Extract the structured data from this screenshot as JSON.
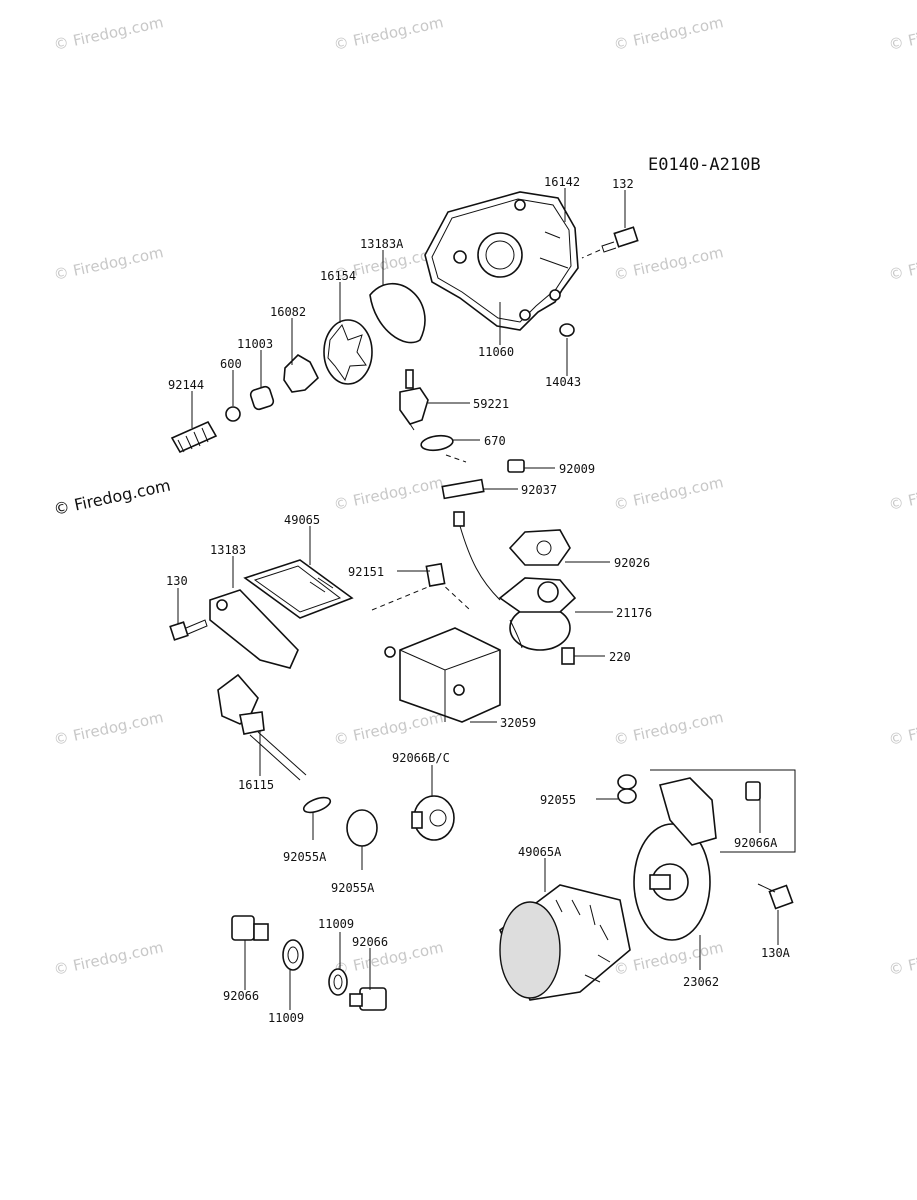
{
  "diagram_code": "E0140-A210B",
  "watermark": "© Firedog.com",
  "watermark_bold": "© Firedog.com",
  "labels": {
    "p16142": "16142",
    "p132": "132",
    "p13183A": "13183A",
    "p16154": "16154",
    "p16082": "16082",
    "p11003": "11003",
    "p600": "600",
    "p92144": "92144",
    "p11060": "11060",
    "p14043": "14043",
    "p59221": "59221",
    "p670": "670",
    "p92009": "92009",
    "p92037": "92037",
    "p49065": "49065",
    "p13183": "13183",
    "p92151": "92151",
    "p130": "130",
    "p92026": "92026",
    "p21176": "21176",
    "p220": "220",
    "p32059": "32059",
    "p16115": "16115",
    "p92066BC": "92066B/C",
    "p92055": "92055",
    "p92066A": "92066A",
    "p92055A_1": "92055A",
    "p92055A_2": "92055A",
    "p49065A": "49065A",
    "p130A": "130A",
    "p23062": "23062",
    "p11009_top": "11009",
    "p92066_top": "92066",
    "p92066_left": "92066",
    "p11009_bottom": "11009"
  }
}
